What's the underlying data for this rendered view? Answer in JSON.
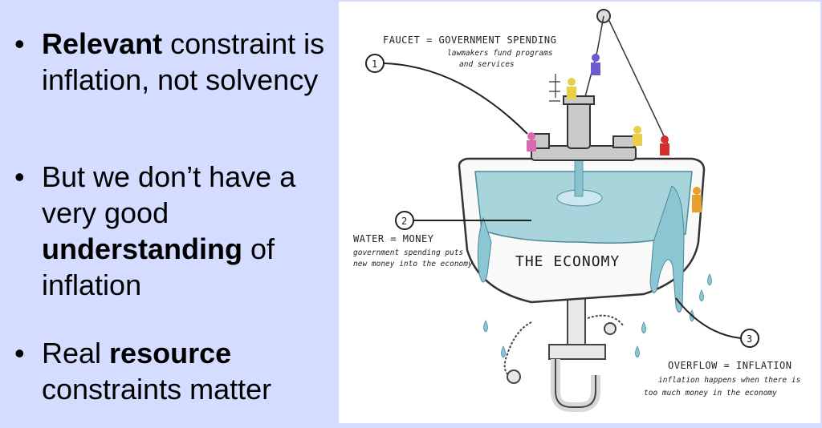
{
  "bullets": [
    {
      "pre": "",
      "bold": "Relevant",
      "post": " constraint is inflation, not solvency"
    },
    {
      "pre": "But we don’t have a very good ",
      "bold": "understanding",
      "post": " of inflation"
    },
    {
      "pre": "Real ",
      "bold": "resource",
      "post": " constraints matter"
    }
  ],
  "figure": {
    "sink_label": "THE ECONOMY",
    "callouts": [
      {
        "num": "1",
        "title": "FAUCET = GOVERNMENT SPENDING",
        "sub1": "lawmakers fund programs",
        "sub2": "and services"
      },
      {
        "num": "2",
        "title": "WATER = MONEY",
        "sub1": "government spending puts",
        "sub2": "new money into the economy"
      },
      {
        "num": "3",
        "title": "OVERFLOW = INFLATION",
        "sub1": "inflation happens when there is",
        "sub2": "too much money in the economy"
      }
    ]
  },
  "colors": {
    "left_bg": "#d4dcff",
    "water": "#a8d4dc",
    "sink": "#ffffff"
  },
  "icons": [
    "bullet-dot",
    "faucet-icon",
    "sink-illustration",
    "pipe-icon",
    "worker-figure-icon"
  ]
}
